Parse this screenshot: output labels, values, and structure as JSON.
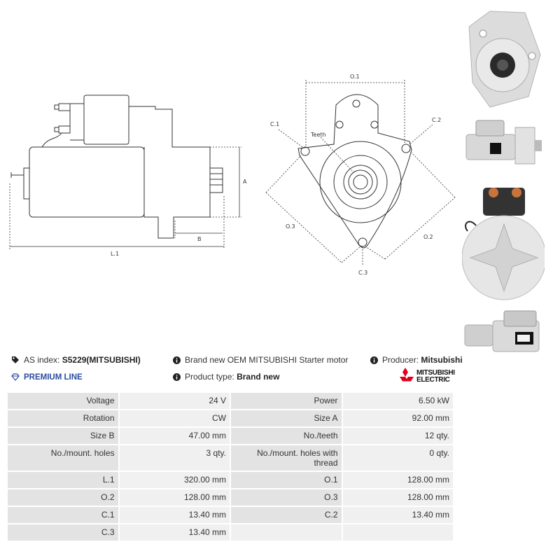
{
  "diagram": {
    "labels": {
      "l1": "L.1",
      "a": "A",
      "b": "B",
      "o1": "O.1",
      "o2": "O.2",
      "o3": "O.3",
      "c1": "C.1",
      "c2": "C.2",
      "c3": "C.3",
      "teeth": "Teeth"
    }
  },
  "info": {
    "as_index_label": "AS index:",
    "as_index_value": "S5229(MITSUBISHI)",
    "description": "Brand new OEM MITSUBISHI Starter motor",
    "producer_label": "Producer:",
    "producer_value": "Mitsubishi",
    "premium_line": "PREMIUM LINE",
    "product_type_label": "Product type:",
    "product_type_value": "Brand new",
    "brand_logo_text": [
      "MITSUBISHI",
      "ELECTRIC"
    ]
  },
  "specs": [
    {
      "l1": "Voltage",
      "v1": "24 V",
      "l2": "Power",
      "v2": "6.50 kW"
    },
    {
      "l1": "Rotation",
      "v1": "CW",
      "l2": "Size A",
      "v2": "92.00 mm"
    },
    {
      "l1": "Size B",
      "v1": "47.00 mm",
      "l2": "No./teeth",
      "v2": "12 qty."
    },
    {
      "l1": "No./mount. holes",
      "v1": "3 qty.",
      "l2": "No./mount. holes with thread",
      "v2": "0 qty."
    },
    {
      "l1": "L.1",
      "v1": "320.00 mm",
      "l2": "O.1",
      "v2": "128.00 mm"
    },
    {
      "l1": "O.2",
      "v1": "128.00 mm",
      "l2": "O.3",
      "v2": "128.00 mm"
    },
    {
      "l1": "C.1",
      "v1": "13.40 mm",
      "l2": "C.2",
      "v2": "13.40 mm"
    },
    {
      "l1": "C.3",
      "v1": "13.40 mm",
      "l2": "",
      "v2": ""
    }
  ]
}
